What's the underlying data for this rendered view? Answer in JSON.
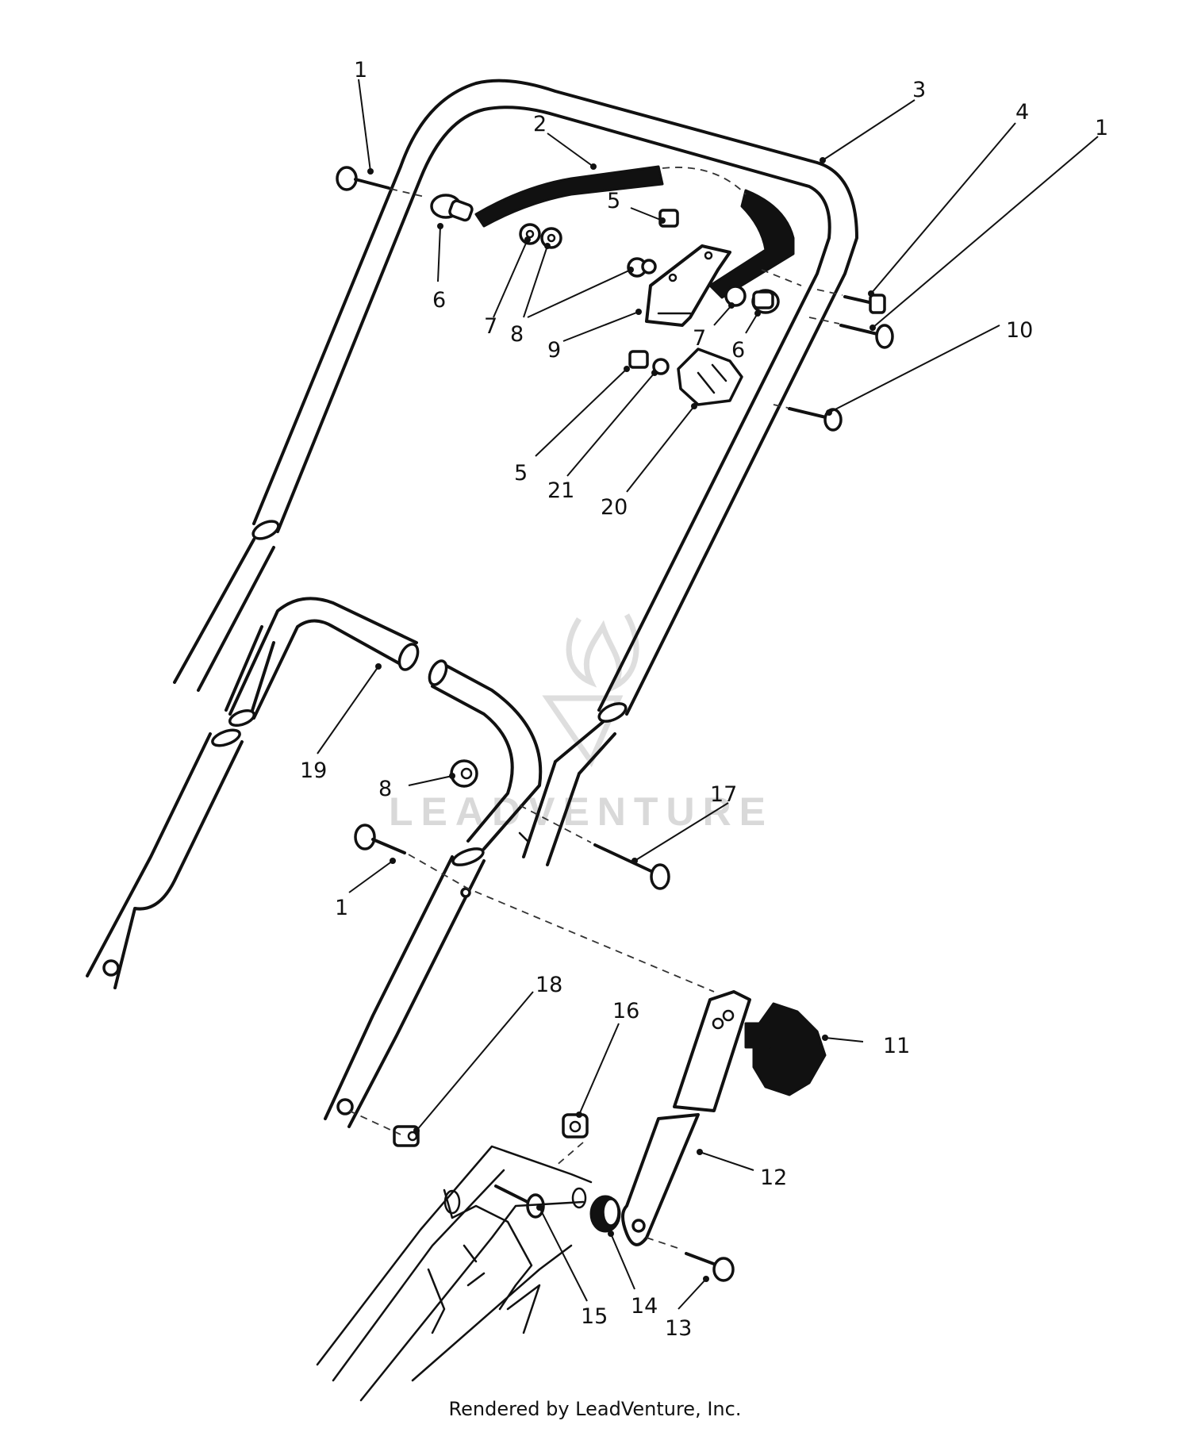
{
  "watermark": {
    "text": "LEADVENTURE"
  },
  "footer": {
    "text": "Rendered by LeadVenture, Inc."
  },
  "callouts": {
    "c1a": "1",
    "c2": "2",
    "c3": "3",
    "c4": "4",
    "c1b": "1",
    "c5a": "5",
    "c6a": "6",
    "c7a": "7",
    "c8a": "8",
    "c9": "9",
    "c7b": "7",
    "c6b": "6",
    "c10": "10",
    "c5b": "5",
    "c21": "21",
    "c20": "20",
    "c19": "19",
    "c8b": "8",
    "c17": "17",
    "c1c": "1",
    "c18": "18",
    "c16": "16",
    "c11": "11",
    "c12": "12",
    "c15": "15",
    "c14": "14",
    "c13": "13"
  }
}
